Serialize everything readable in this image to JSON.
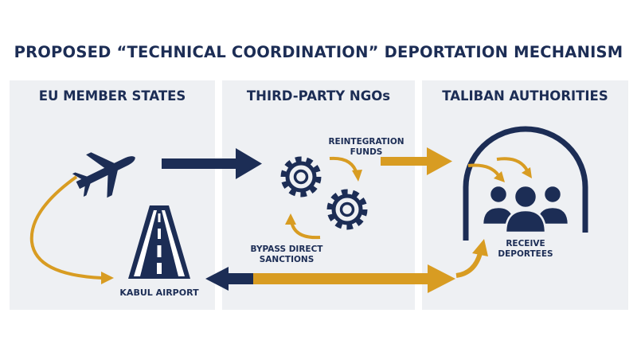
{
  "title": "PROPOSED “TECHNICAL COORDINATION” DEPORTATION MECHANISM",
  "panels": [
    {
      "title": "EU MEMBER STATES"
    },
    {
      "title": "THIRD-PARTY NGOs"
    },
    {
      "title": "TALIBAN AUTHORITIES"
    }
  ],
  "labels": {
    "kabul_airport": "KABUL AIRPORT",
    "reintegration_line1": "REINTEGRATION",
    "reintegration_line2": "FUNDS",
    "bypass_line1": "BYPASS DIRECT",
    "bypass_line2": "SANCTIONS",
    "receive_line1": "RECEIVE",
    "receive_line2": "DEPORTEES"
  },
  "icons": [
    "airplane-icon",
    "runway-icon",
    "gears-icon",
    "deportees-group-icon"
  ],
  "colors": {
    "navy": "#1c2d55",
    "gold": "#d89c22",
    "panel": "#eef0f3"
  }
}
